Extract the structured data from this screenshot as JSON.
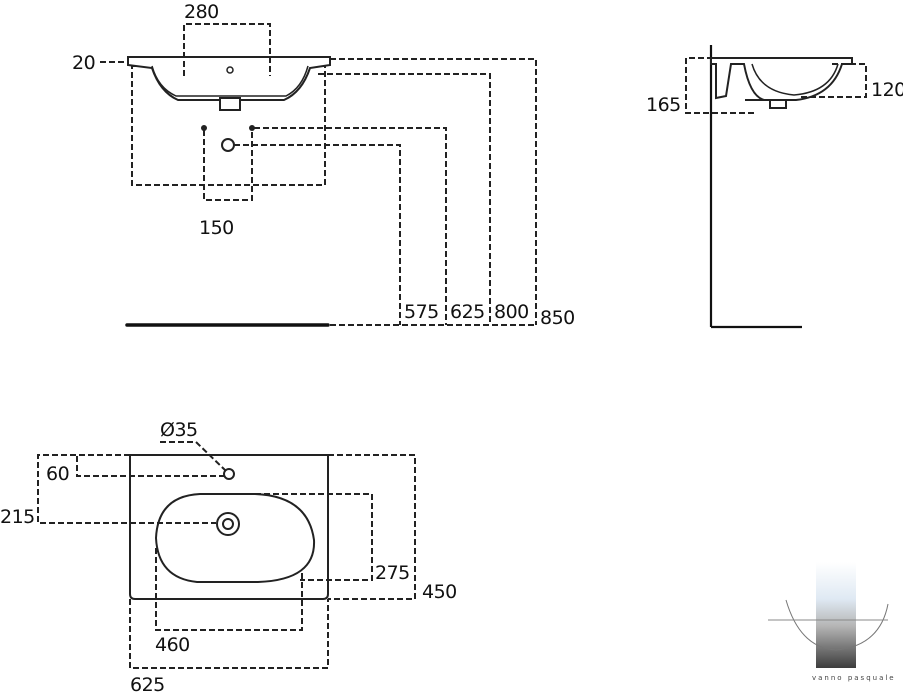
{
  "front_view": {
    "dim_width_taps": "280",
    "dim_rim": "20",
    "dim_bracket_spacing": "150",
    "dim_575": "575",
    "dim_625": "625",
    "dim_800": "800",
    "dim_850": "850"
  },
  "side_view": {
    "dim_165": "165",
    "dim_120": "120"
  },
  "plan_view": {
    "dim_tap_hole": "Ø35",
    "dim_60": "60",
    "dim_215": "215",
    "dim_275": "275",
    "dim_450": "450",
    "dim_460": "460",
    "dim_625": "625"
  },
  "logo": {
    "text": "vanno pasquale"
  }
}
